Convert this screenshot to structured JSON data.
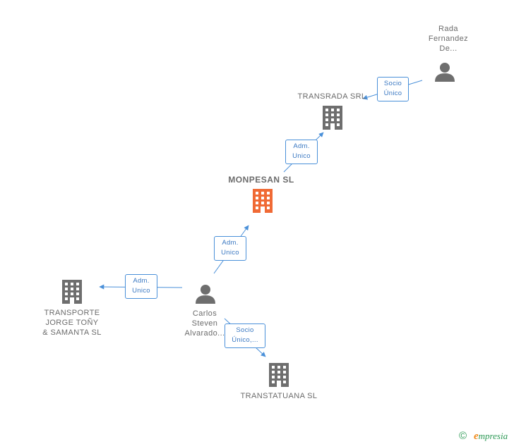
{
  "nodes": {
    "rada": {
      "label_line1": "Rada",
      "label_line2": "Fernandez",
      "label_line3": "De..."
    },
    "transrada": {
      "label": "TRANSRADA SRL"
    },
    "monpesan": {
      "label": "MONPESAN SL"
    },
    "transporte": {
      "label_line1": "TRANSPORTE",
      "label_line2": "JORGE TOÑY",
      "label_line3": "& SAMANTA SL"
    },
    "carlos": {
      "label_line1": "Carlos",
      "label_line2": "Steven",
      "label_line3": "Alvarado..."
    },
    "transtatuana": {
      "label": "TRANSTATUANA SL"
    }
  },
  "edges": {
    "rada_transrada": {
      "line1": "Socio",
      "line2": "Único"
    },
    "monpesan_transrada": {
      "line1": "Adm.",
      "line2": "Unico"
    },
    "carlos_monpesan": {
      "line1": "Adm.",
      "line2": "Unico"
    },
    "carlos_transporte": {
      "line1": "Adm.",
      "line2": "Unico"
    },
    "carlos_transtatuana": {
      "line1": "Socio",
      "line2": "Único,..."
    }
  },
  "colors": {
    "edge": "#4a90d9",
    "building_gray": "#6e6e6e",
    "building_main": "#f06a35",
    "person": "#6e6e6e"
  },
  "footer": {
    "copyright_symbol": "©",
    "brand_initial": "e",
    "brand_rest": "mpresia"
  }
}
